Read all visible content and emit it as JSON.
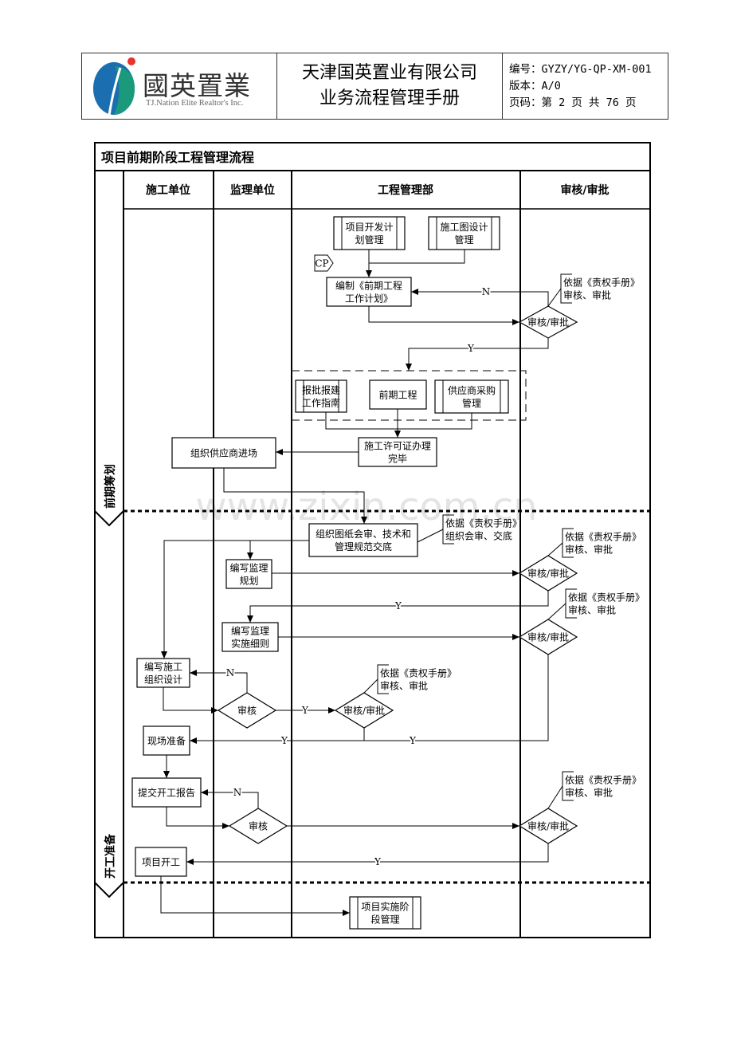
{
  "header": {
    "logo": {
      "name": "國英置業",
      "subtitle": "TJ.Nation Elite Realtor's Inc.",
      "colors": {
        "blue": "#1b6fb0",
        "green": "#1a9a7a",
        "red": "#e8322a"
      }
    },
    "company": "天津国英置业有限公司",
    "manual": "业务流程管理手册",
    "doc_number": "编号：GYZY/YG-QP-XM-001",
    "version": "版本：A/0",
    "page": "页码：第 2 页 共 76 页"
  },
  "flow": {
    "title": "项目前期阶段工程管理流程",
    "lanes": [
      "施工单位",
      "监理单位",
      "工程管理部",
      "审核/审批"
    ],
    "phases": [
      "前期筹划",
      "开工准备"
    ],
    "nodes": {
      "n1": "项目开发计|划管理",
      "n2": "施工图设计|管理",
      "cp": "CP",
      "n3": "编制《前期工程|工作计划》",
      "d1": "审核/审批",
      "n4": "报批报建|工作指南",
      "n5": "前期工程",
      "n6": "供应商采购|管理",
      "n7": "施工许可证办理|完毕",
      "n8": "组织供应商进场",
      "n9": "组织图纸会审、技术和|管理规范交底",
      "n10": "编写监理|规划",
      "d2": "审核/审批",
      "n11": "编写监理|实施细则",
      "d3": "审核/审批",
      "n12": "编写施工|组织设计",
      "d4": "审核",
      "d5": "审核/审批",
      "n13": "现场准备",
      "n14": "提交开工报告",
      "d6": "审核",
      "d7": "审核/审批",
      "n15": "项目开工",
      "n16": "项目实施阶|段管理"
    },
    "notes": {
      "a1": "依据《责权手册》|审核、审批",
      "a2": "依据《责权手册》|组织会审、交底",
      "a3": "依据《责权手册》|审核、审批",
      "a4": "依据《责权手册》|审核、审批",
      "a5": "依据《责权手册》|审核、审批",
      "a6": "依据《责权手册》|审核、审批"
    },
    "labels": {
      "yes": "Y",
      "no": "N"
    }
  },
  "watermark": "www.zixin.com.cn"
}
